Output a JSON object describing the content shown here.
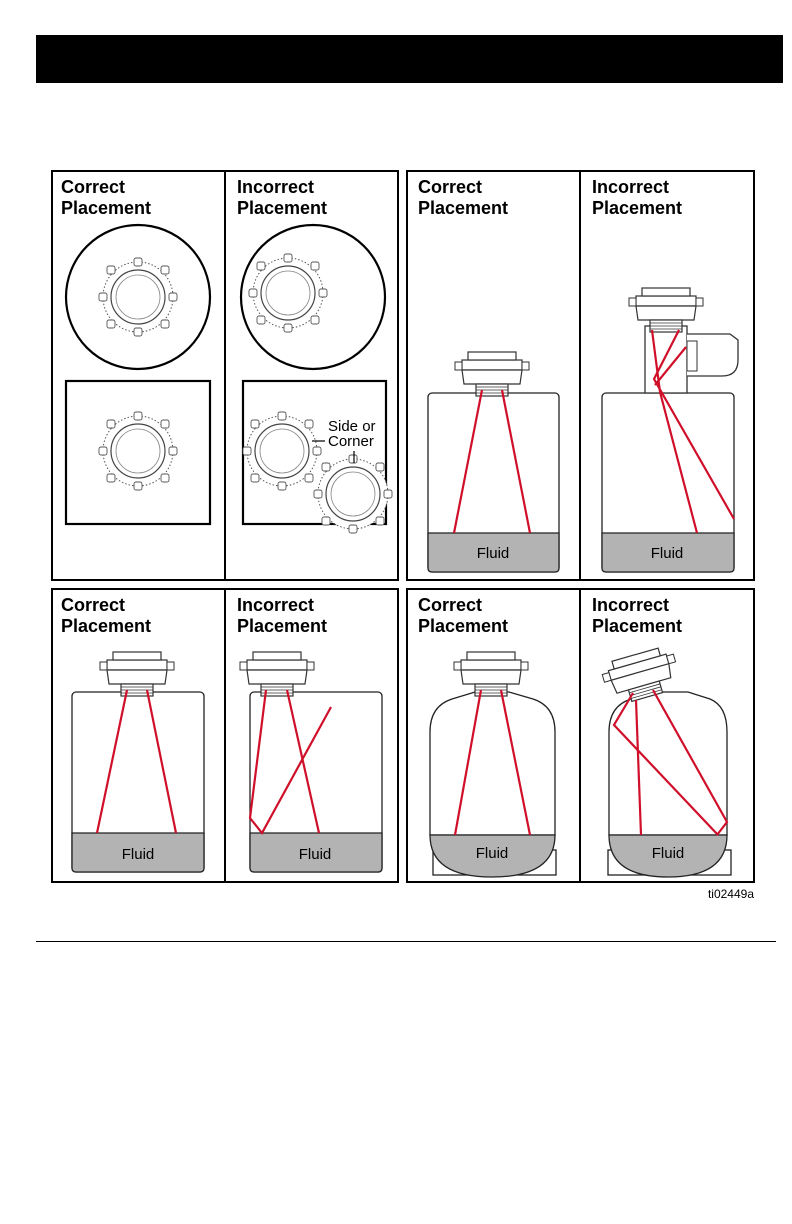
{
  "figure": {
    "placement_labels": {
      "correct_line1": "Correct",
      "correct_line2": "Placement",
      "incorrect_line1": "Incorrect",
      "incorrect_line2": "Placement"
    },
    "fluid_label": "Fluid",
    "side_label_line1": "Side or",
    "side_label_line2": "Corner",
    "figure_ref": "ti02449a"
  },
  "colors": {
    "beam": "#d0102a",
    "fluid": "#b3b3b3"
  }
}
